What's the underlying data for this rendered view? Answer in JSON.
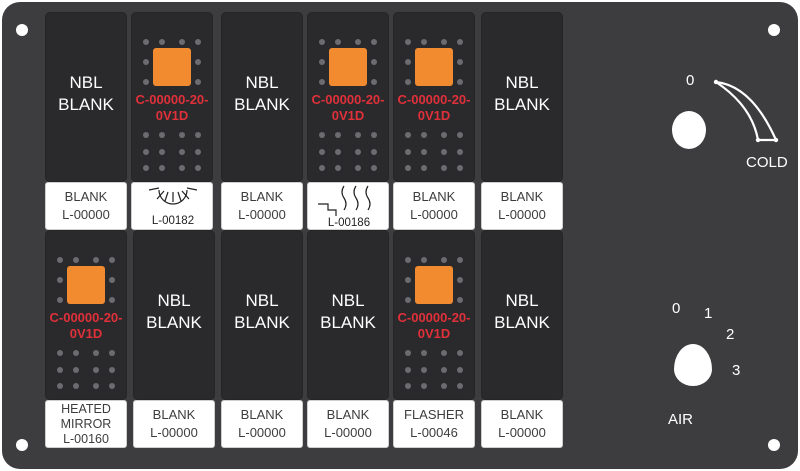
{
  "panel": {
    "top_row": [
      {
        "type": "blank",
        "rocker": "NBL\nBLANK",
        "label": "BLANK\nL-00000"
      },
      {
        "type": "led",
        "part": "C-00000-20-\n0V1D",
        "label_icon": "sun-icon",
        "label": "L-00182"
      },
      {
        "type": "blank",
        "rocker": "NBL\nBLANK",
        "label": "BLANK\nL-00000"
      },
      {
        "type": "led",
        "part": "C-00000-20-\n0V1D",
        "label_icon": "heat-waves-icon",
        "label": "L-00186"
      },
      {
        "type": "led",
        "part": "C-00000-20-\n0V1D",
        "label": "BLANK\nL-00000"
      },
      {
        "type": "blank",
        "rocker": "NBL\nBLANK",
        "label": "BLANK\nL-00000"
      }
    ],
    "bottom_row": [
      {
        "type": "led",
        "part": "C-00000-20-\n0V1D",
        "label": "HEATED\nMIRROR\nL-00160"
      },
      {
        "type": "blank",
        "rocker": "NBL\nBLANK",
        "label": "BLANK\nL-00000"
      },
      {
        "type": "blank",
        "rocker": "NBL\nBLANK",
        "label": "BLANK\nL-00000"
      },
      {
        "type": "blank",
        "rocker": "NBL\nBLANK",
        "label": "BLANK\nL-00000"
      },
      {
        "type": "led",
        "part": "C-00000-20-\n0V1D",
        "label": "FLASHER\nL-00046"
      },
      {
        "type": "blank",
        "rocker": "NBL\nBLANK",
        "label": "BLANK\nL-00000"
      }
    ],
    "temp_control": {
      "zero": "0",
      "cold": "COLD"
    },
    "air_control": {
      "positions": [
        "0",
        "1",
        "2",
        "3"
      ],
      "label": "AIR"
    }
  },
  "colors": {
    "panel": "#3d3d3f",
    "rocker": "#2a2a2c",
    "led": "#f28a30",
    "part_text": "#e0303a",
    "label_bg": "#ffffff"
  }
}
